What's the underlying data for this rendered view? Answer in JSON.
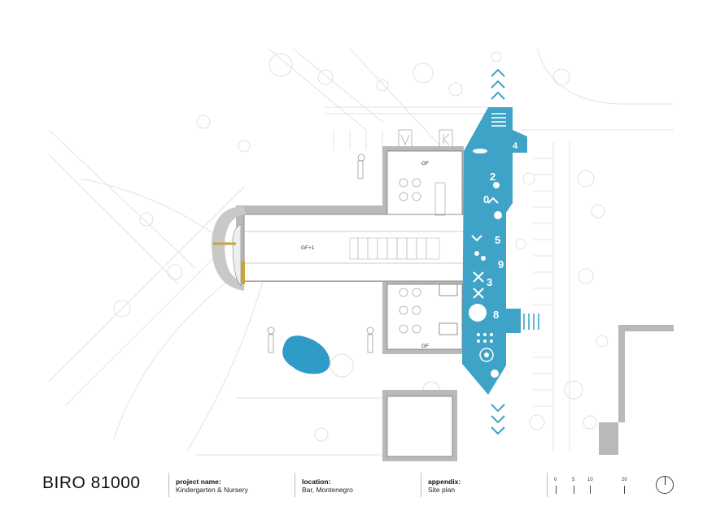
{
  "title_block": {
    "firm": "BIRO 81000",
    "project_label": "project name:",
    "project_value": "Kindergarten & Nursery",
    "location_label": "location:",
    "location_value": "Bar, Montenegro",
    "appendix_label": "appendix:",
    "appendix_value": "Site plan"
  },
  "scale_bar": {
    "ticks": [
      "0",
      "5",
      "10",
      "20"
    ]
  },
  "plan_labels": {
    "north_wing": "GF",
    "main_wing": "GF+1",
    "south_wing": "GF"
  },
  "path_glyphs": {
    "top_arrows": "^",
    "bottom_arrows": "v",
    "digits": [
      "4",
      "2",
      "5",
      "3",
      "8",
      "9",
      "0"
    ]
  },
  "colors": {
    "accent_path": "#3ea3c6",
    "pond": "#2e9bc8",
    "building_shadow": "#b9b9b9",
    "faint_lines": "#dcdcdc",
    "golden_wall": "#c9a43a"
  }
}
